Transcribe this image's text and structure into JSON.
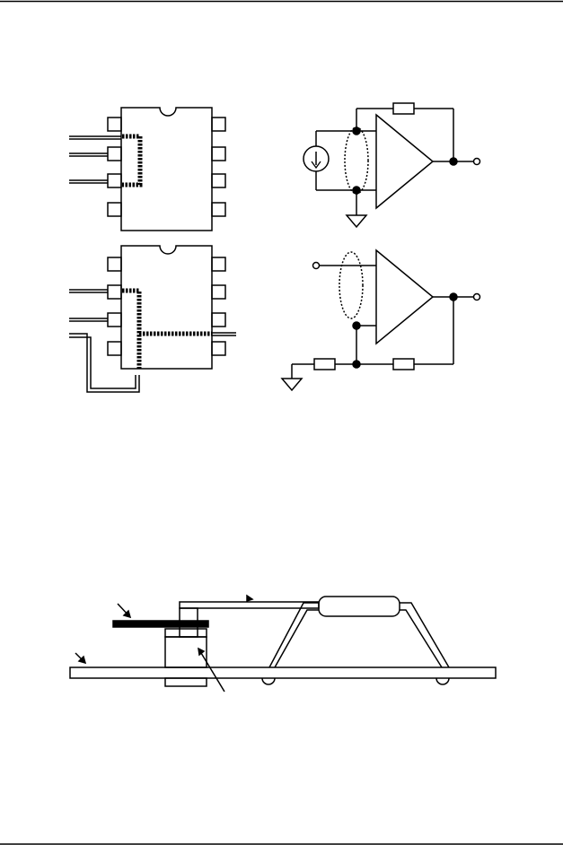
{
  "page": {
    "background": "#ffffff",
    "ink": "#000000"
  },
  "figures": [
    {
      "kind": "dip-ic-guard-ring"
    },
    {
      "kind": "inverting-amplifier-guarded-input"
    },
    {
      "kind": "dip-ic-guard-ring-with-trace"
    },
    {
      "kind": "non-inverting-amplifier-guarded-input"
    },
    {
      "kind": "pcb-cross-section-standoff-insulator"
    }
  ]
}
